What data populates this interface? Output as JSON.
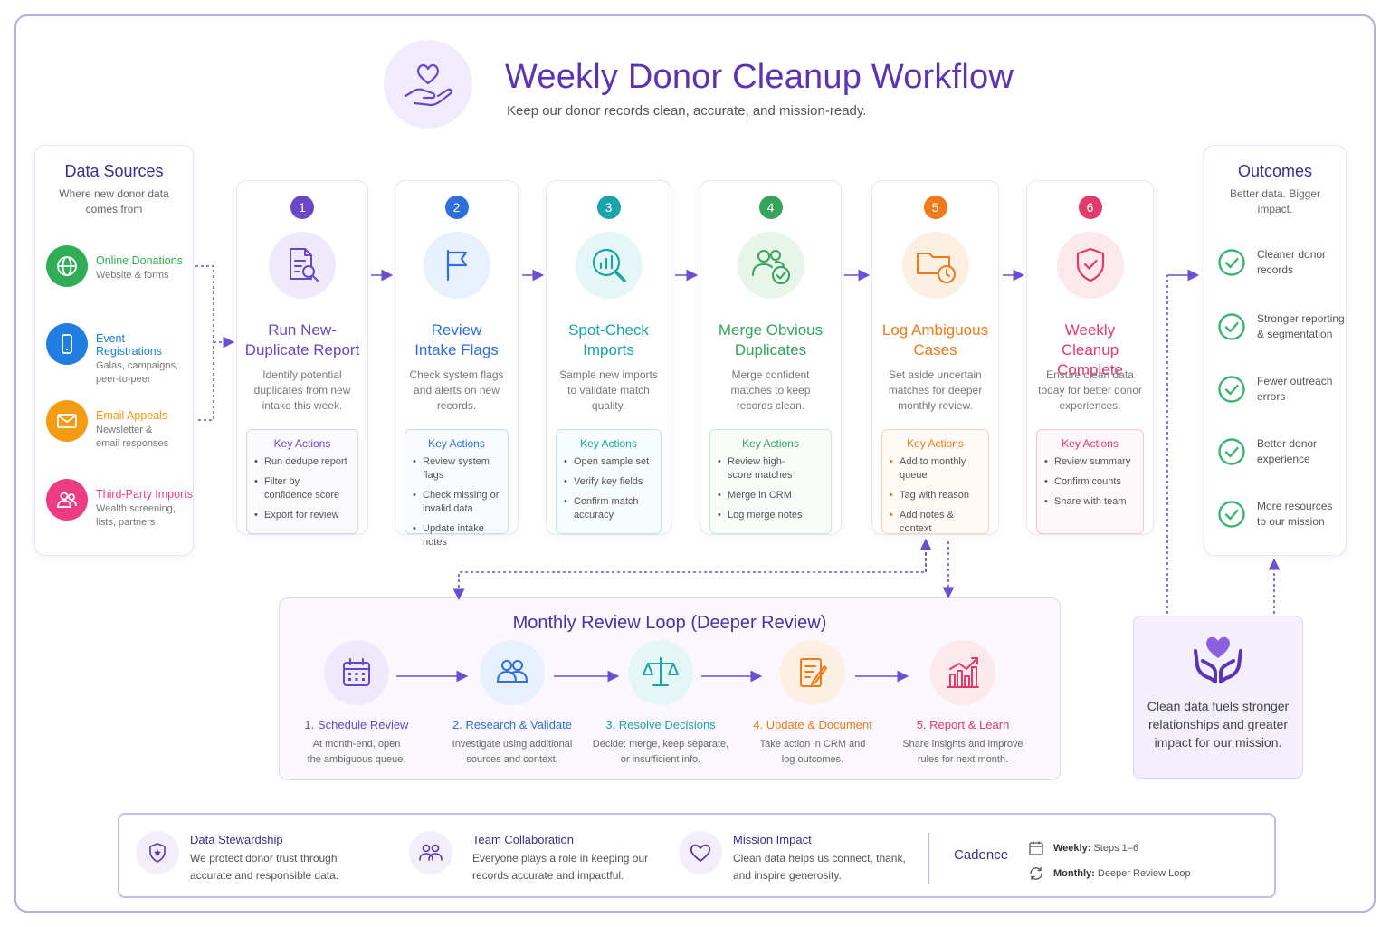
{
  "header": {
    "title": "Weekly Donor Cleanup Workflow",
    "subtitle": "Keep our donor records clean, accurate, and mission-ready."
  },
  "data_sources": {
    "title": "Data Sources",
    "subtitle": "Where new donor data comes from",
    "items": [
      {
        "title": "Online Donations",
        "desc": "Website & forms",
        "color": "#2fae55",
        "icon": "globe-icon"
      },
      {
        "title": "Event Registrations",
        "desc": "Galas, campaigns, peer-to-peer",
        "color": "#1f7ee0",
        "icon": "phone-icon"
      },
      {
        "title": "Email Appeals",
        "desc": "Newsletter & email responses",
        "color": "#f39c12",
        "icon": "envelope-icon"
      },
      {
        "title": "Third-Party Imports",
        "desc": "Wealth screening, lists, partners",
        "color": "#ec3d82",
        "icon": "people-icon"
      }
    ]
  },
  "steps": [
    {
      "num": "1",
      "title_line1": "Run New-",
      "title_line2": "Duplicate Report",
      "desc": "Identify potential duplicates from new intake this week.",
      "color": "#6a46c9",
      "light": "#efeafb",
      "ka_title": "Key Actions",
      "actions": [
        "Run dedupe report",
        "Filter by confidence score",
        "Export for review"
      ],
      "icon": "report-search-icon"
    },
    {
      "num": "2",
      "title_line1": "Review",
      "title_line2": "Intake Flags",
      "desc": "Check system flags and alerts on new records.",
      "color": "#2f6fdc",
      "light": "#e8f0fd",
      "ka_title": "Key Actions",
      "actions": [
        "Review system flags",
        "Check missing or invalid data",
        "Update intake notes"
      ],
      "icon": "flag-icon"
    },
    {
      "num": "3",
      "title_line1": "Spot-Check",
      "title_line2": "Imports",
      "desc": "Sample new imports to validate match quality.",
      "color": "#1aa3a8",
      "light": "#e4f6f5",
      "ka_title": "Key Actions",
      "actions": [
        "Open sample set",
        "Verify key fields",
        "Confirm match accuracy"
      ],
      "icon": "magnify-chart-icon"
    },
    {
      "num": "4",
      "title_line1": "Merge Obvious",
      "title_line2": "Duplicates",
      "desc": "Merge confident matches to keep records clean.",
      "color": "#35a35a",
      "light": "#e8f6ea",
      "ka_title": "Key Actions",
      "actions": [
        "Review high-score matches",
        "Merge in CRM",
        "Log merge notes"
      ],
      "icon": "users-check-icon"
    },
    {
      "num": "5",
      "title_line1": "Log Ambiguous",
      "title_line2": "Cases",
      "desc": "Set aside uncertain matches for deeper monthly review.",
      "color": "#ef7a1a",
      "light": "#fdefe2",
      "ka_title": "Key Actions",
      "actions": [
        "Add to monthly queue",
        "Tag with reason",
        "Add notes & context"
      ],
      "icon": "folder-clock-icon"
    },
    {
      "num": "6",
      "title_line1": "Weekly Cleanup",
      "title_line2": "Complete",
      "desc": "Ensure clean data today for better donor experiences.",
      "color": "#e23a6b",
      "light": "#fde8ee",
      "ka_title": "Key Actions",
      "actions": [
        "Review summary",
        "Confirm counts",
        "Share with team"
      ],
      "icon": "shield-check-icon"
    }
  ],
  "outcomes": {
    "title": "Outcomes",
    "subtitle": "Better data. Bigger impact.",
    "items": [
      "Cleaner donor records",
      "Stronger reporting & segmentation",
      "Fewer outreach errors",
      "Better donor experience",
      "More resources to our mission"
    ],
    "color": "#3cb371"
  },
  "monthly_loop": {
    "title": "Monthly Review Loop (Deeper Review)",
    "steps": [
      {
        "label": "1. Schedule Review",
        "desc": "At month-end, open the ambiguous queue.",
        "color": "#6a46c9",
        "light": "#efeafb",
        "icon": "calendar-icon"
      },
      {
        "label": "2. Research & Validate",
        "desc": "Investigate using additional sources and context.",
        "color": "#2f6fdc",
        "light": "#e8f0fd",
        "icon": "group-icon"
      },
      {
        "label": "3. Resolve Decisions",
        "desc": "Decide: merge, keep separate, or insufficient info.",
        "color": "#1aa3a8",
        "light": "#e4f6f5",
        "icon": "scales-icon"
      },
      {
        "label": "4. Update & Document",
        "desc": "Take action in CRM and log outcomes.",
        "color": "#ef7a1a",
        "light": "#fdefe2",
        "icon": "edit-document-icon"
      },
      {
        "label": "5. Report & Learn",
        "desc": "Share insights and improve rules for next month.",
        "color": "#e23a6b",
        "light": "#fde8ee",
        "icon": "bar-chart-icon"
      }
    ]
  },
  "impact": {
    "text": "Clean data fuels stronger relationships and greater impact for our mission.",
    "icon": "hands-heart-icon"
  },
  "footer": {
    "items": [
      {
        "title": "Data Stewardship",
        "desc": "We protect donor trust through accurate and responsible data.",
        "icon": "shield-icon"
      },
      {
        "title": "Team Collaboration",
        "desc": "Everyone plays a role in keeping our records accurate and impactful.",
        "icon": "team-icon"
      },
      {
        "title": "Mission Impact",
        "desc": "Clean data helps us connect, thank, and inspire generosity.",
        "icon": "heart-icon"
      }
    ],
    "cadence": {
      "label": "Cadence",
      "weekly_label": "Weekly:",
      "weekly_value": "Steps 1–6",
      "monthly_label": "Monthly:",
      "monthly_value": "Deeper Review Loop"
    }
  },
  "colors": {
    "accent": "#5b34b5",
    "connector": "#6a4fd0"
  }
}
